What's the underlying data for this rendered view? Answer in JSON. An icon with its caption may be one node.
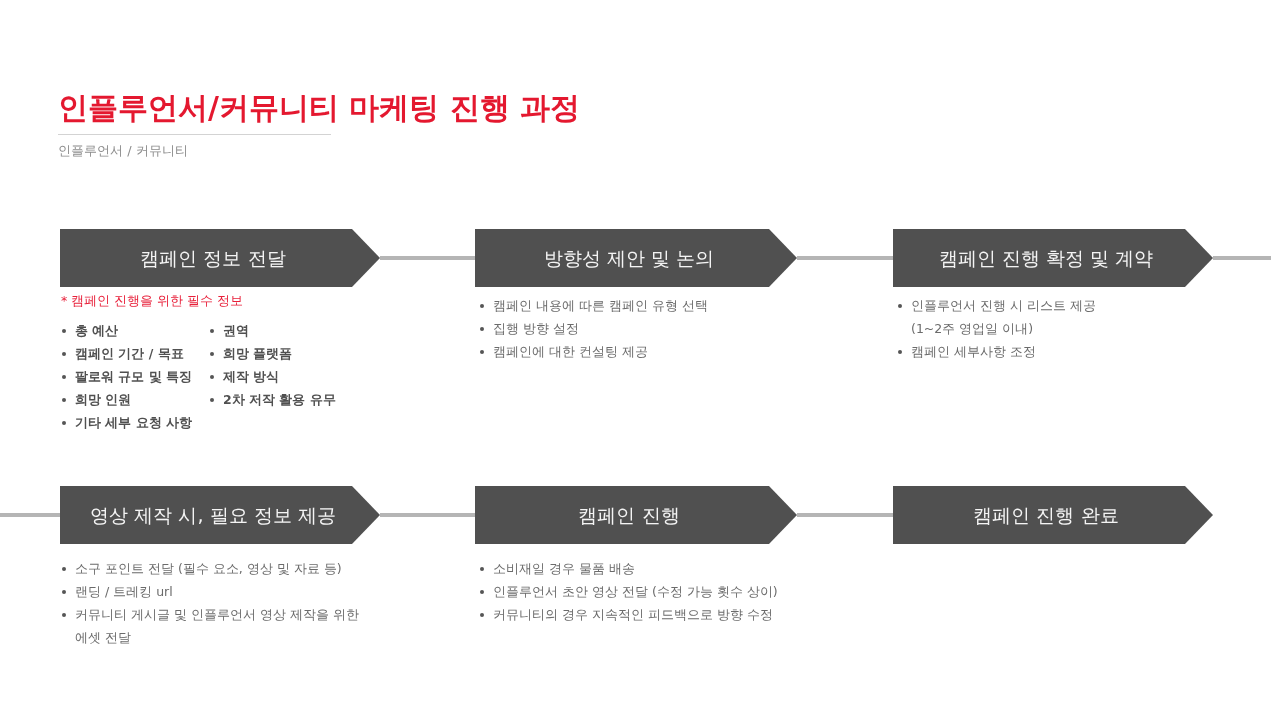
{
  "diagram": {
    "title": "인플루언서/커뮤니티 마케팅 진행 과정",
    "nodes": [
      {
        "text": [
          "캠페인 정보 전달"
        ],
        "beside": [
          "* 캠페인 진행을 위한 필수 정보",
          "총 예산",
          "캠페인 기간 / 목표",
          "팔로워 규모 및 특징",
          "희망 인원",
          "기타 세부 요청 사항",
          "권역",
          "희망 플랫폼",
          "제작 방식",
          "2차 저작 활용 유무"
        ]
      },
      {
        "text": [
          "방향성 제안 및 논의"
        ],
        "beside": [
          "캠페인 내용에 따른 캠페인 유형 선택",
          "집행 방향 설정",
          "캠페인에 대한 컨설팅 제공"
        ]
      },
      {
        "text": [
          "캠페인 진행 확정 및 계약"
        ],
        "beside": [
          "인플루언서 진행 시 리스트 제공 (1~2주 영업일 이내)",
          "캠페인 세부사항 조정"
        ]
      },
      {
        "text": [
          "영상 제작 시, 필요 정보 제공"
        ],
        "beside": [
          "소구 포인트 전달 (필수 요소, 영상 및 자료 등)",
          "랜딩 / 트레킹 url",
          "커뮤니티 게시글 및 인플루언서 영상 제작을 위한 에셋 전달"
        ]
      },
      {
        "text": [
          "캠페인 진행"
        ],
        "beside": [
          "소비재일 경우 물품 배송",
          "인플루언서 초안 영상 전달 (수정 가능 횟수 상이)",
          "커뮤니티의 경우 지속적인 피드백으로 방향 수정"
        ]
      },
      {
        "text": [
          "캠페인 진행 완료"
        ]
      }
    ],
    "edges": [
      {
        "from": 0,
        "to": 1,
        "arrow": "none"
      },
      {
        "from": 1,
        "to": 2,
        "arrow": "none"
      },
      {
        "from": 2,
        "to": null,
        "arrow": "none"
      },
      {
        "from": null,
        "to": 3,
        "arrow": "none"
      },
      {
        "from": 3,
        "to": 4,
        "arrow": "none"
      },
      {
        "from": 4,
        "to": 5,
        "arrow": "none"
      }
    ],
    "labels": [
      "인플루언서 / 커뮤니티"
    ]
  }
}
